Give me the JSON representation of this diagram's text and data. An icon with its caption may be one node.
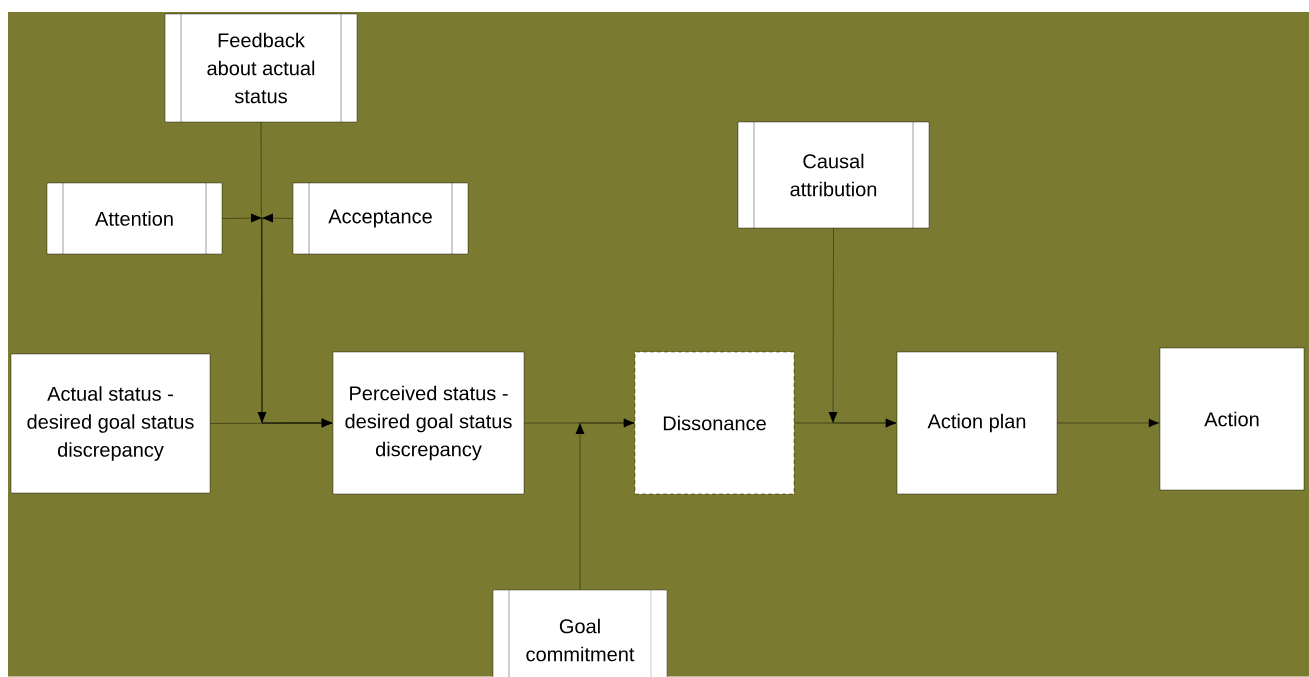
{
  "diagram": {
    "nodes": [
      {
        "text": [
          "Feedback about actual status"
        ]
      },
      {
        "text": [
          "Attention"
        ]
      },
      {
        "text": [
          "Acceptance"
        ]
      },
      {
        "text": [
          "Causal attribution"
        ]
      },
      {
        "text": [
          "Actual status - desired goal status discrepancy"
        ]
      },
      {
        "text": [
          "Perceived status - desired goal status discrepancy"
        ]
      },
      {
        "text": [
          "Dissonance"
        ]
      },
      {
        "text": [
          "Action plan"
        ]
      },
      {
        "text": [
          "Action"
        ]
      },
      {
        "text": [
          "Goal commitment"
        ]
      }
    ],
    "edges": [
      {
        "from": 0,
        "to": 5,
        "arrow": "to"
      },
      {
        "from": 1,
        "to": 5,
        "arrow": "to"
      },
      {
        "from": 2,
        "to": 5,
        "arrow": "to"
      },
      {
        "from": 4,
        "to": 5,
        "arrow": "to"
      },
      {
        "from": 5,
        "to": 6,
        "arrow": "to"
      },
      {
        "from": 9,
        "to": 6,
        "arrow": "to"
      },
      {
        "from": 6,
        "to": 7,
        "arrow": "to"
      },
      {
        "from": 3,
        "to": 7,
        "arrow": "to"
      },
      {
        "from": 7,
        "to": 8,
        "arrow": "to"
      }
    ]
  }
}
